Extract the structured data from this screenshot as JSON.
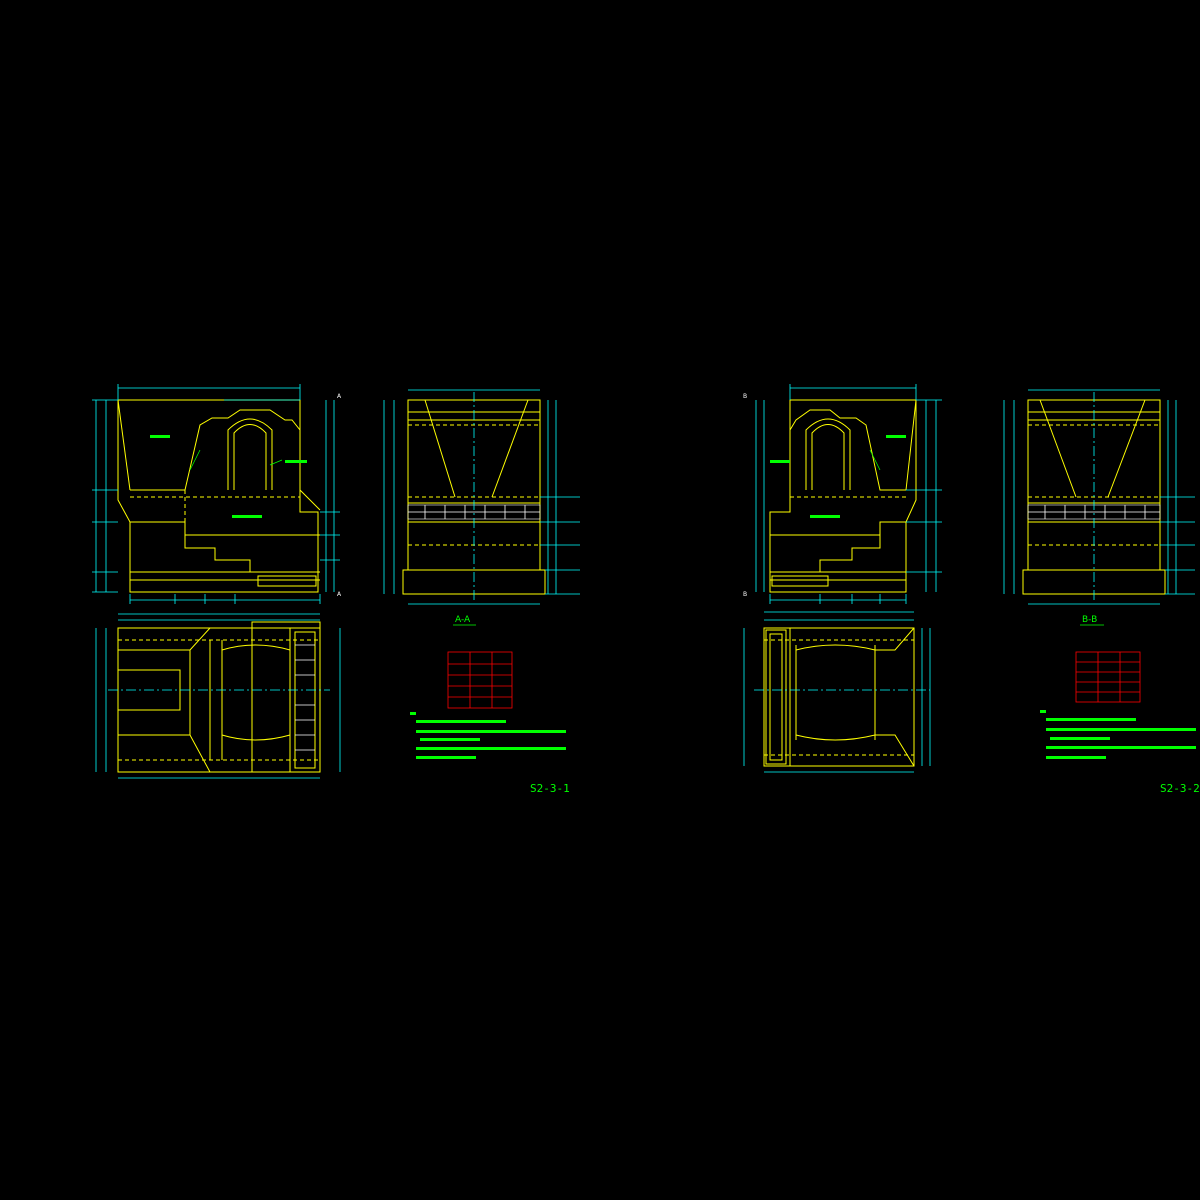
{
  "sheets": [
    {
      "id": "sheet-1",
      "drawing_title": "",
      "drawing_number": "S2-3-1",
      "section_label": "A-A",
      "section_mark": "A",
      "table_title": "",
      "file_label": ""
    },
    {
      "id": "sheet-2",
      "drawing_title": "",
      "drawing_number": "S2-3-2",
      "section_label": "B-B",
      "section_mark": "B",
      "table_title": "",
      "file_label": ""
    }
  ],
  "colors": {
    "background": "#000000",
    "outline": "#ffff00",
    "dimension": "#00ffff",
    "annotation": "#00ff00",
    "table_border": "#ff0000",
    "label": "#ffffff"
  }
}
